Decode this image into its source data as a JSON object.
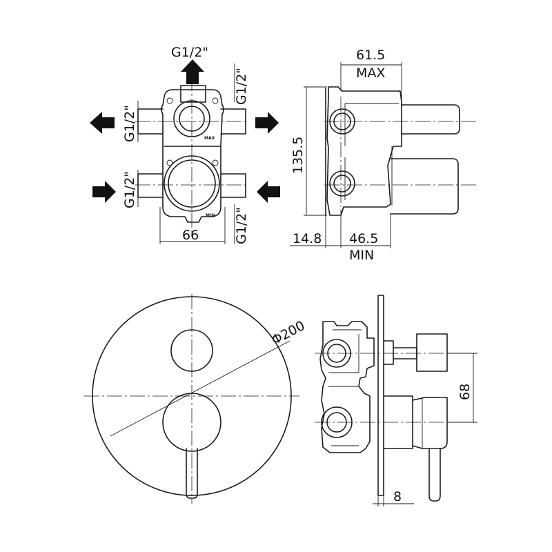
{
  "drawing": {
    "front_body": {
      "outlet_top_thread": "G1/2\"",
      "outlet_right_upper_thread": "G1/2\"",
      "outlet_left_upper_thread": "G1/2\"",
      "inlet_left_lower_thread": "G1/2\"",
      "inlet_right_lower_thread": "G1/2\"",
      "width": "66",
      "max_mark": "MAX",
      "min_mark": "MIN"
    },
    "side_body": {
      "max_depth": "61.5",
      "max_label": "MAX",
      "height": "135.5",
      "wall_depth": "14.8",
      "min_depth": "46.5",
      "min_label": "MIN"
    },
    "plate": {
      "diameter": "Φ200"
    },
    "assembly_side": {
      "axis_distance": "68",
      "plate_thickness": "8"
    }
  }
}
